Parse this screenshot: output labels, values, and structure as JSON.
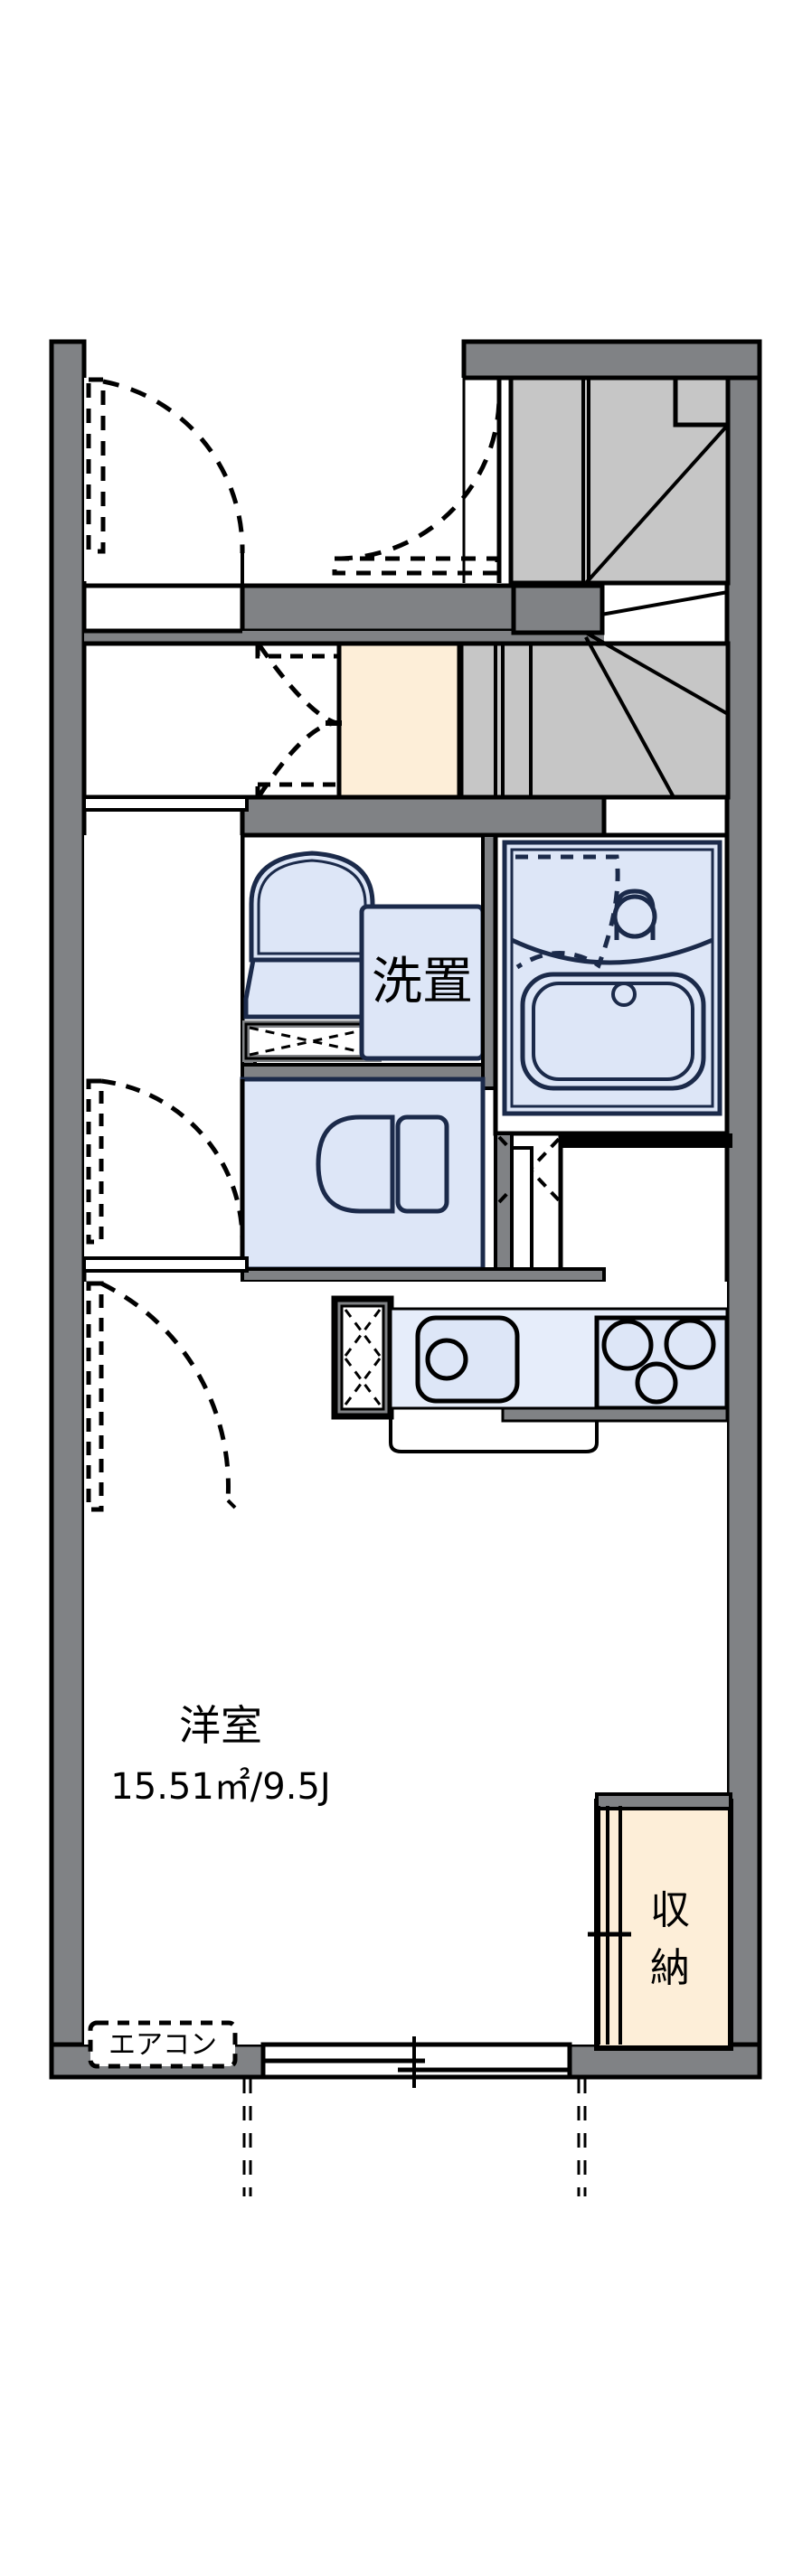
{
  "document": {
    "kind": "floor-plan",
    "layout_type": "1R",
    "orientation": "portrait"
  },
  "rooms": {
    "main_room": {
      "name": "洋室",
      "area_metric": "15.51㎡",
      "area_jo": "9.5J",
      "area_line": "15.51㎡/9.5J"
    },
    "closet": {
      "name_chars": [
        "収",
        "納"
      ],
      "name": "収納"
    },
    "laundry": {
      "name": "洗置"
    },
    "entrance": {
      "name": ""
    },
    "bath": {
      "name": ""
    },
    "toilet": {
      "name": ""
    }
  },
  "annotations": {
    "aircon": {
      "label": "エアコン"
    }
  },
  "fixtures": [
    {
      "name": "vanity-sink",
      "label": ""
    },
    {
      "name": "washing-machine-space",
      "label": "洗置"
    },
    {
      "name": "toilet",
      "label": ""
    },
    {
      "name": "bathtub",
      "label": ""
    },
    {
      "name": "kitchen-sink",
      "label": ""
    },
    {
      "name": "gas-stove-3burner",
      "label": ""
    },
    {
      "name": "refrigerator-space",
      "label": ""
    },
    {
      "name": "staircase",
      "label": ""
    }
  ],
  "colors": {
    "wall_fill": "#808285",
    "wall_stroke": "#000000",
    "partition_fill": "#808285",
    "water_fill": "#dde6f7",
    "water_stroke": "#1b2a4a",
    "closet_fill": "#fdeed8",
    "stair_fill": "#c6c6c6",
    "page_bg": "#ffffff",
    "text": "#000000",
    "thin_line": "#000000"
  },
  "typography": {
    "room_label_size": 46,
    "area_label_size": 40,
    "small_label_size": 30,
    "aircon_label_size": 26
  }
}
